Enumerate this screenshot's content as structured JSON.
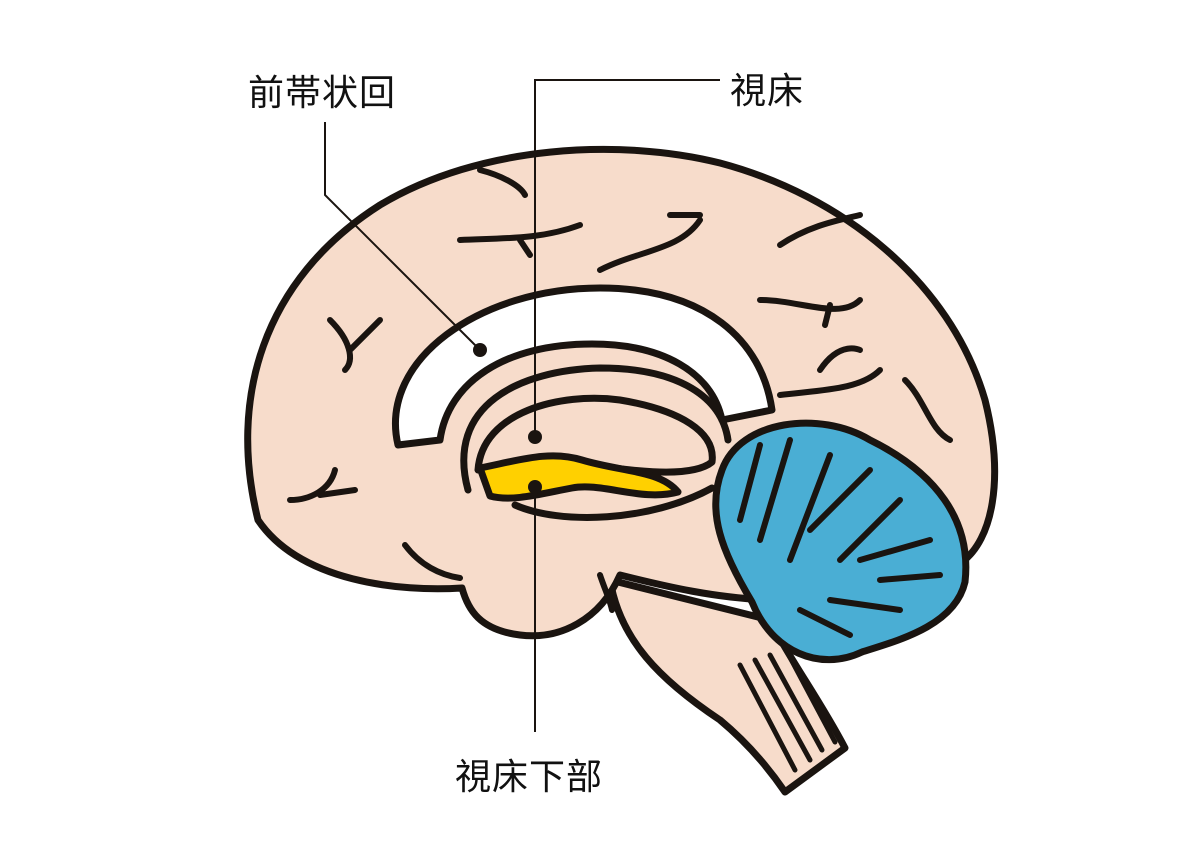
{
  "labels": {
    "anterior_cingulate": "前帯状回",
    "thalamus": "視床",
    "hypothalamus": "視床下部"
  },
  "colors": {
    "cerebrum": "#f7dccb",
    "cerebellum": "#4aaed4",
    "hypothalamus": "#ffd000",
    "cingulate": "#ffffff",
    "outline": "#1a1410"
  }
}
